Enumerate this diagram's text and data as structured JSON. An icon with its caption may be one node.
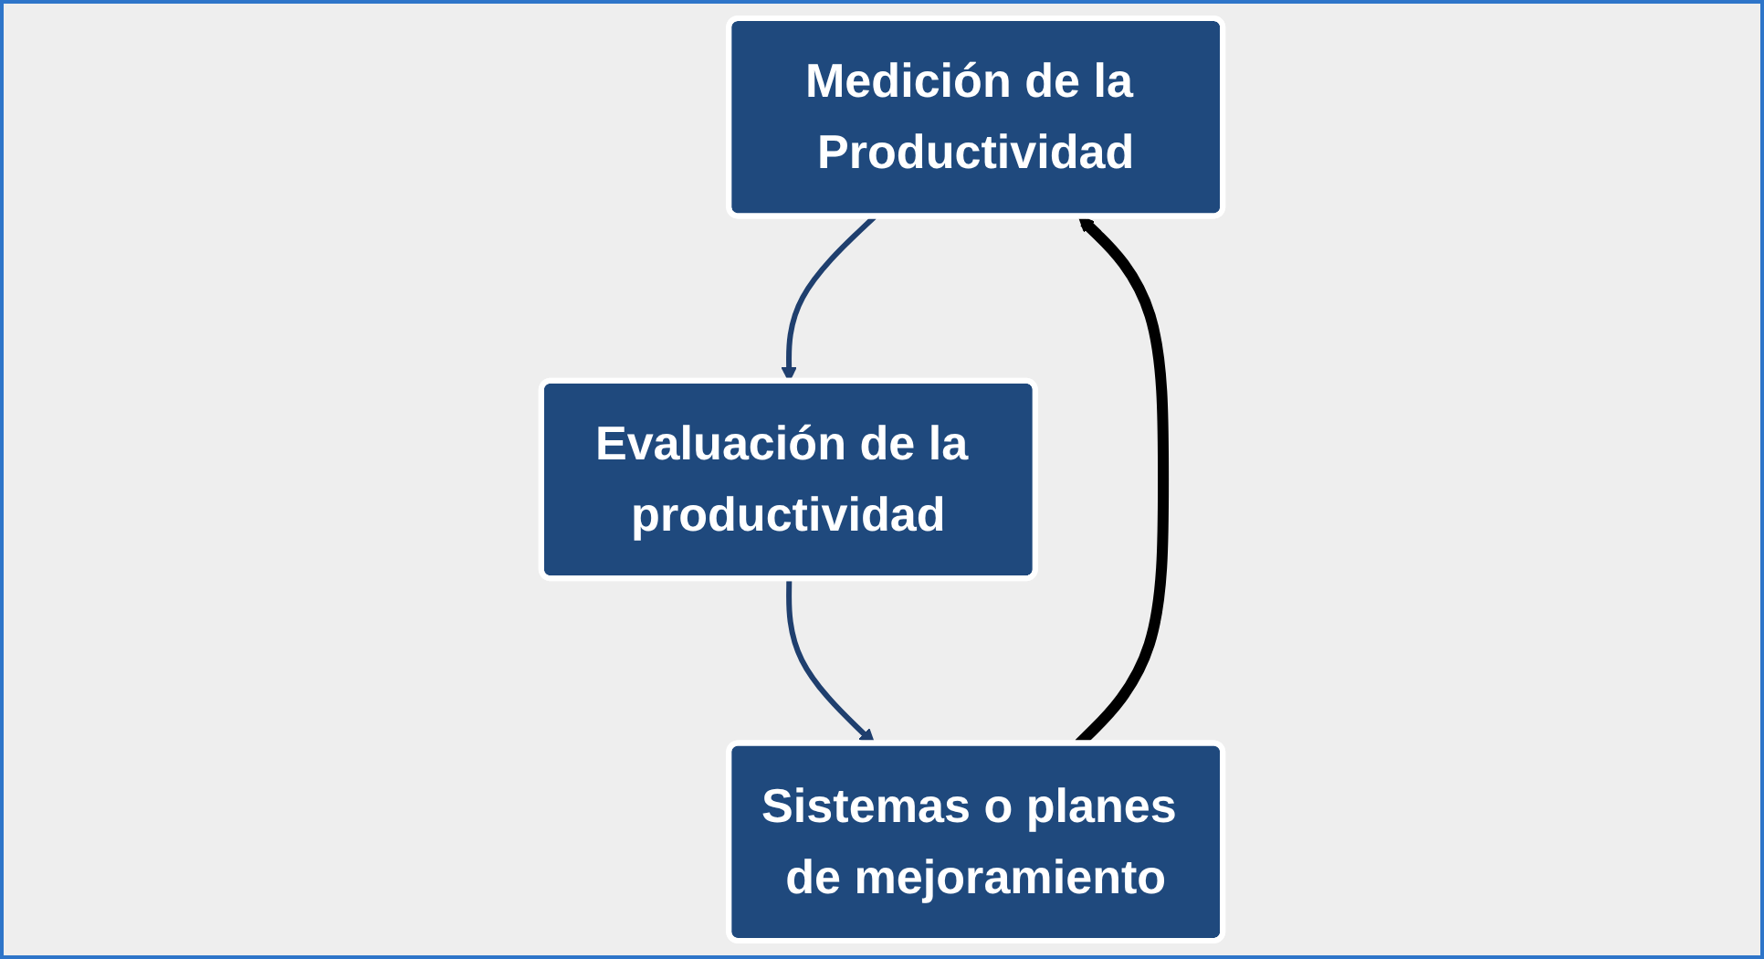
{
  "diagram": {
    "nodes": [
      {
        "text": [
          "Medición de la Productividad"
        ]
      },
      {
        "text": [
          "Evaluación de la productividad"
        ]
      },
      {
        "text": [
          "Sistemas o planes de mejoramiento"
        ]
      }
    ],
    "edges": [
      {
        "from": 0,
        "to": 1,
        "arrow": "to"
      },
      {
        "from": 1,
        "to": 2,
        "arrow": "to"
      },
      {
        "from": 2,
        "to": 0,
        "arrow": "to",
        "style": "thick",
        "color": "#000000"
      }
    ]
  }
}
